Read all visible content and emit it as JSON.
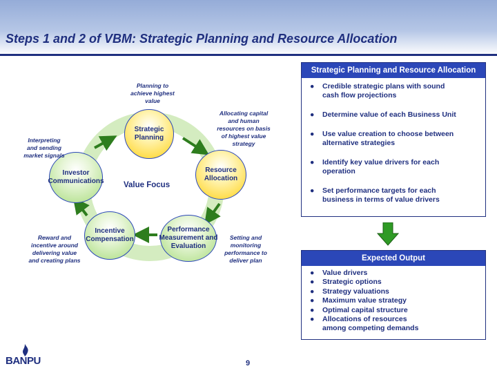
{
  "slide": {
    "title": "Steps 1 and 2 of VBM: Strategic Planning and Resource Allocation",
    "page_number": "9",
    "logo_text": "BANPU"
  },
  "cycle": {
    "center_label": "Value Focus",
    "nodes": {
      "strategic_planning": [
        "Strategic",
        "Planning"
      ],
      "resource_allocation": [
        "Resource",
        "Allocation"
      ],
      "performance": [
        "Performance",
        "Measurement and",
        "Evaluation"
      ],
      "incentive": [
        "Incentive",
        "Compensation"
      ],
      "investor": [
        "Investor",
        "Communications"
      ]
    },
    "notes": {
      "planning": [
        "Planning to",
        "achieve highest",
        "value"
      ],
      "allocating": [
        "Allocating capital",
        "and human",
        "resources on basis",
        "of highest value",
        "strategy"
      ],
      "setting": [
        "Setting and",
        "monitoring",
        "performance to",
        "deliver plan"
      ],
      "reward": [
        "Reward and",
        "incentive around",
        "delivering value",
        "and creating plans"
      ],
      "interpreting": [
        "Interpreting",
        "and sending",
        "market signals"
      ]
    },
    "colors": {
      "ring": "#d4ecc0",
      "arrow": "#2e7d1e",
      "node_border": "#2b47b8",
      "text": "#1f2f7f"
    }
  },
  "panel1": {
    "header": "Strategic Planning and Resource Allocation",
    "items": [
      [
        "Credible strategic plans with sound",
        "cash flow projections"
      ],
      [
        "Determine value of each Business Unit"
      ],
      [
        "Use value creation to choose between",
        "alternative strategies"
      ],
      [
        "Identify key value drivers for each",
        "operation"
      ],
      [
        "Set performance targets for each",
        "business in terms of value drivers"
      ]
    ]
  },
  "panel2": {
    "header": "Expected Output",
    "items": [
      [
        "Value drivers"
      ],
      [
        "Strategic options"
      ],
      [
        "Strategy valuations"
      ],
      [
        "Maximum value strategy"
      ],
      [
        "Optimal capital structure"
      ],
      [
        "Allocations of resources",
        "among competing demands"
      ]
    ]
  },
  "bullet_glyph": "●",
  "colors": {
    "header_blue": "#2b47b8",
    "title_navy": "#1f2f7f",
    "down_arrow": "#2f9a25"
  }
}
